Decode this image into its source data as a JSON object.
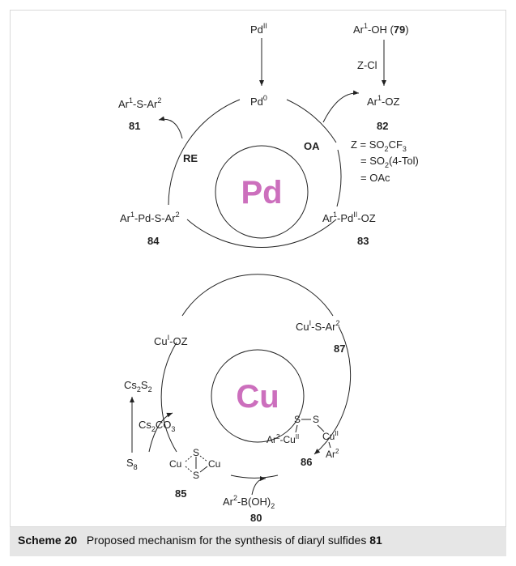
{
  "diagram": {
    "top_catalyst": {
      "prefix": "Pd",
      "sup": "II"
    },
    "pd0": {
      "prefix": "Pd",
      "sup": "0"
    },
    "phenol": {
      "pre": "Ar",
      "sup": "1",
      "post": "-OH (",
      "num": "79",
      "close": ")"
    },
    "reagent": "Z-Cl",
    "aryl_oz": {
      "pre": "Ar",
      "sup": "1",
      "post": "-OZ",
      "num": "82"
    },
    "z_options": {
      "line1": {
        "pre": "Z = SO",
        "sub1": "2",
        "mid": "CF",
        "sub2": "3"
      },
      "line2": {
        "pre": "= SO",
        "sub": "2",
        "post": "(4-Tol)"
      },
      "line3": "= OAc"
    },
    "oa_label": "OA",
    "re_label": "RE",
    "product": {
      "p1": "Ar",
      "s1": "1",
      "p2": "-S-Ar",
      "s2": "2",
      "num": "81"
    },
    "pd_center": "Pd",
    "int84": {
      "p1": "Ar",
      "s1": "1",
      "p2": "-Pd-S-Ar",
      "s2": "2",
      "num": "84"
    },
    "int83": {
      "p1": "Ar",
      "s1": "1",
      "p2": "-Pd",
      "s2": "II",
      "p3": "-OZ",
      "num": "83"
    },
    "cu_oz": {
      "p1": "Cu",
      "s1": "I",
      "p2": "-OZ"
    },
    "int87": {
      "p1": "Cu",
      "s1": "I",
      "p2": "-S-Ar",
      "s2": "2",
      "num": "87"
    },
    "cu_center": "Cu",
    "cs2s2": {
      "p1": "Cs",
      "s1": "2",
      "p2": "S",
      "s2": "2"
    },
    "cs2co3": {
      "p1": "Cs",
      "s1": "2",
      "p2": "CO",
      "s2": "3"
    },
    "s8": {
      "p1": "S",
      "s1": "8"
    },
    "int85": {
      "cu_left": "Cu",
      "cu_right": "Cu",
      "s_top": "S",
      "s_bottom": "S",
      "num": "85"
    },
    "int86": {
      "s_left": "S",
      "s_right": "S",
      "left": {
        "p1": "Ar",
        "s1": "2",
        "p2": "-Cu",
        "s2": "II"
      },
      "right_cu": {
        "p1": "Cu",
        "s1": "II"
      },
      "right_ar": {
        "p1": "Ar",
        "s1": "2"
      },
      "num": "86"
    },
    "boronic": {
      "p1": "Ar",
      "s1": "2",
      "p2": "-B(OH)",
      "s2": "2",
      "num": "80"
    }
  },
  "caption": {
    "label": "Scheme 20",
    "text": "Proposed mechanism for the synthesis of diaryl sulfides",
    "num": "81"
  }
}
